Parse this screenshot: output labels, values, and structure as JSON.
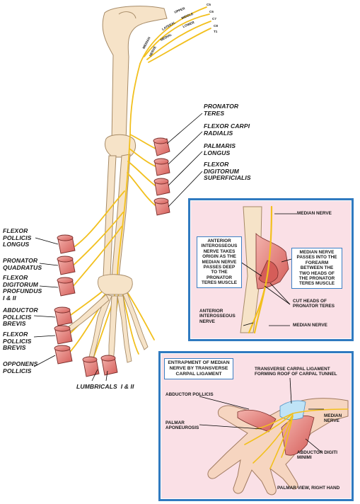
{
  "plexus": {
    "cords": [
      "UPPER",
      "LATERAL",
      "MIDDLE",
      "MEDIAL",
      "LOWER"
    ],
    "roots": [
      "C5",
      "C6",
      "C7",
      "C8",
      "T1"
    ],
    "nerve_lines": [
      "MEDIAN",
      "NERVE"
    ]
  },
  "arm_labels": {
    "pronator_teres": [
      "PRONATOR",
      "TERES"
    ],
    "flexor_carpi_radialis": [
      "FLEXOR CARPI",
      "RADIALIS"
    ],
    "palmaris_longus": [
      "PALMARIS",
      "LONGUS"
    ],
    "flexor_digitorum_superficialis": [
      "FLEXOR",
      "DIGITORUM",
      "SUPERFICIALIS"
    ],
    "flexor_pollicis_longus": [
      "FLEXOR",
      "POLLICIS",
      "LONGUS"
    ],
    "pronator_quadratus": [
      "PRONATOR",
      "QUADRATUS"
    ],
    "flexor_digitorum_profundus": [
      "FLEXOR",
      "DIGITORUM",
      "PROFUNDUS",
      "I & II"
    ],
    "abductor_pollicis_brevis": [
      "ABDUCTOR",
      "POLLICIS",
      "BREVIS"
    ],
    "flexor_pollicis_brevis": [
      "FLEXOR",
      "POLLICIS",
      "BREVIS"
    ],
    "opponens_pollicis": [
      "OPPONENS",
      "POLLICIS"
    ],
    "lumbricals": "LUMBRICALS  I & II"
  },
  "forearm_panel": {
    "median_nerve_top": "MEDIAN NERVE",
    "anterior_box": [
      "ANTERIOR",
      "INTEROSSEOUS",
      "NERVE TAKES",
      "ORIGIN AS THE",
      "MEDIAN NERVE",
      "PASSES DEEP",
      "TO THE",
      "PRONATOR",
      "TERES MUSCLE"
    ],
    "median_box": [
      "MEDIAN NERVE",
      "PASSES INTO THE",
      "FOREARM",
      "BETWEEN THE",
      "TWO  HEADS OF",
      "THE PRONATOR",
      "TERES MUSCLE"
    ],
    "cut_heads": [
      "CUT HEADS OF",
      "PRONATOR TERES"
    ],
    "anterior_nerve": [
      "ANTERIOR",
      "INTEROSSEOUS",
      "NERVE"
    ],
    "median_nerve_bottom": "MEDIAN NERVE"
  },
  "hand_panel": {
    "title_box": [
      "ENTRAPMENT OF MEDIAN",
      "NERVE BY TRANSVERSE",
      "CARPAL LIGAMENT"
    ],
    "transverse": [
      "TRANSVERSE CARPAL LIGAMENT",
      "FORMING ROOF OF CARPAL TUNNEL"
    ],
    "abductor_pollicis": "ABDUCTOR POLLICIS",
    "palmar_aponeurosis": [
      "PALMAR",
      "APONEUROSIS"
    ],
    "median_nerve": [
      "MEDIAN",
      "NERVE"
    ],
    "abductor_digiti_minimi": [
      "ABDUCTOR DIGITI",
      "MINIMI"
    ],
    "footer": "PALMAR VIEW, RIGHT HAND"
  },
  "colors": {
    "bone": "#f6e3c8",
    "bone_line": "#a68a66",
    "nerve": "#f2c01e",
    "nerve_line": "#9a7608",
    "muscle": "#e06b68",
    "muscle_light": "#f2b7b3",
    "panel_border": "#2f7ac0",
    "panel_bg": "#fae0e6",
    "ligament": "#bfe3f6"
  }
}
